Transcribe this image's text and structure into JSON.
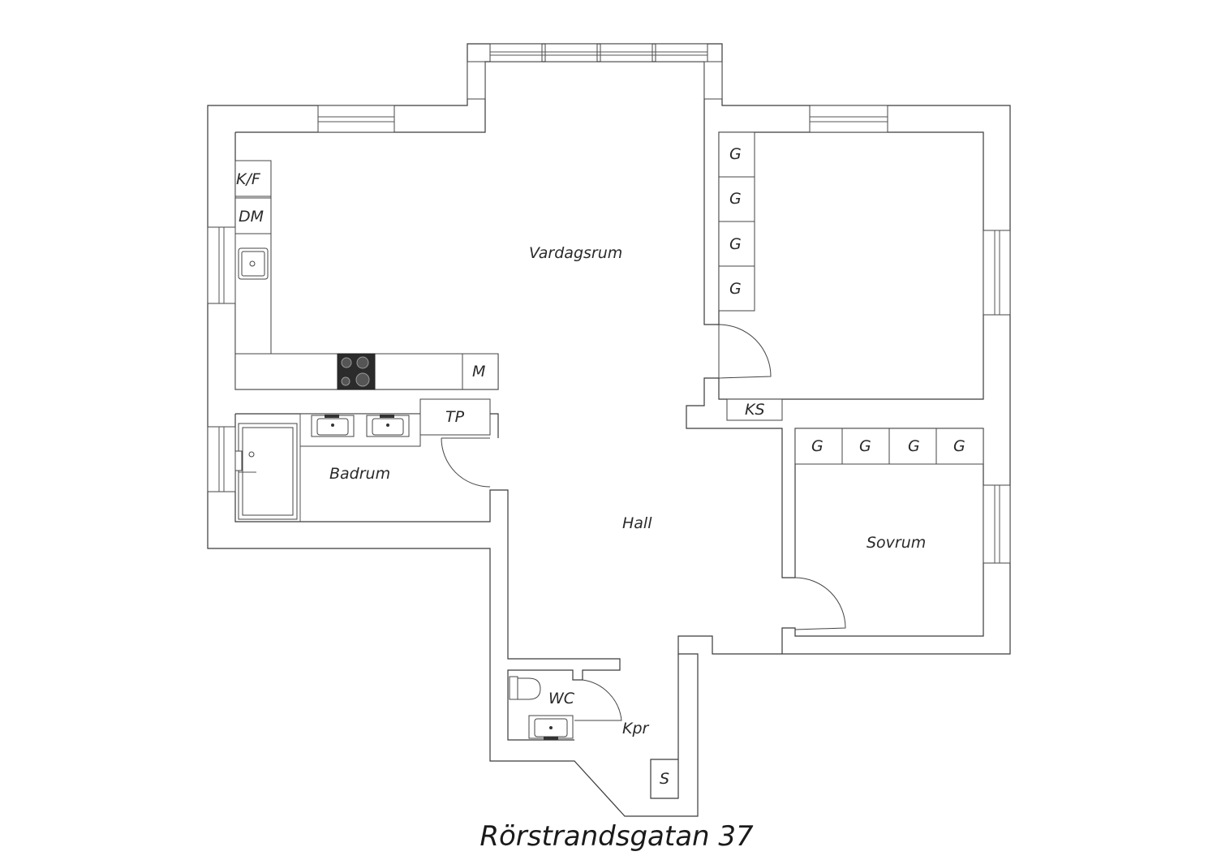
{
  "title": "Rörstrandsgatan 37",
  "rooms": {
    "living": "Vardagsrum",
    "hall": "Hall",
    "bath": "Badrum",
    "bedroom": "Sovrum",
    "wc": "WC",
    "closet": "Kpr"
  },
  "fixtures": {
    "fridge": "K/F",
    "dishwasher": "DM",
    "microwave": "M",
    "dryer": "TP",
    "wardrobe": "G",
    "linen": "KS",
    "storage": "S"
  },
  "icons": [
    "sink-icon",
    "stove-icon",
    "bathtub-icon",
    "toilet-icon",
    "door-swing-icon",
    "window-icon"
  ]
}
